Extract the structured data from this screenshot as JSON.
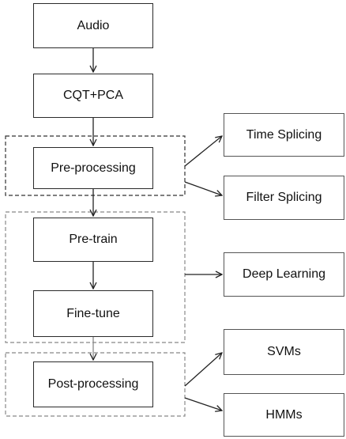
{
  "pipeline": {
    "audio": "Audio",
    "cqt_pca": "CQT+PCA",
    "pre_processing": "Pre-processing",
    "pre_train": "Pre-train",
    "fine_tune": "Fine-tune",
    "post_processing": "Post-processing"
  },
  "outputs": {
    "time_splicing": "Time Splicing",
    "filter_splicing": "Filter Splicing",
    "deep_learning": "Deep Learning",
    "svms": "SVMs",
    "hmms": "HMMs"
  },
  "colors": {
    "stroke": "#222222",
    "group_dash": "#333333",
    "group_dash_light": "#888888"
  }
}
